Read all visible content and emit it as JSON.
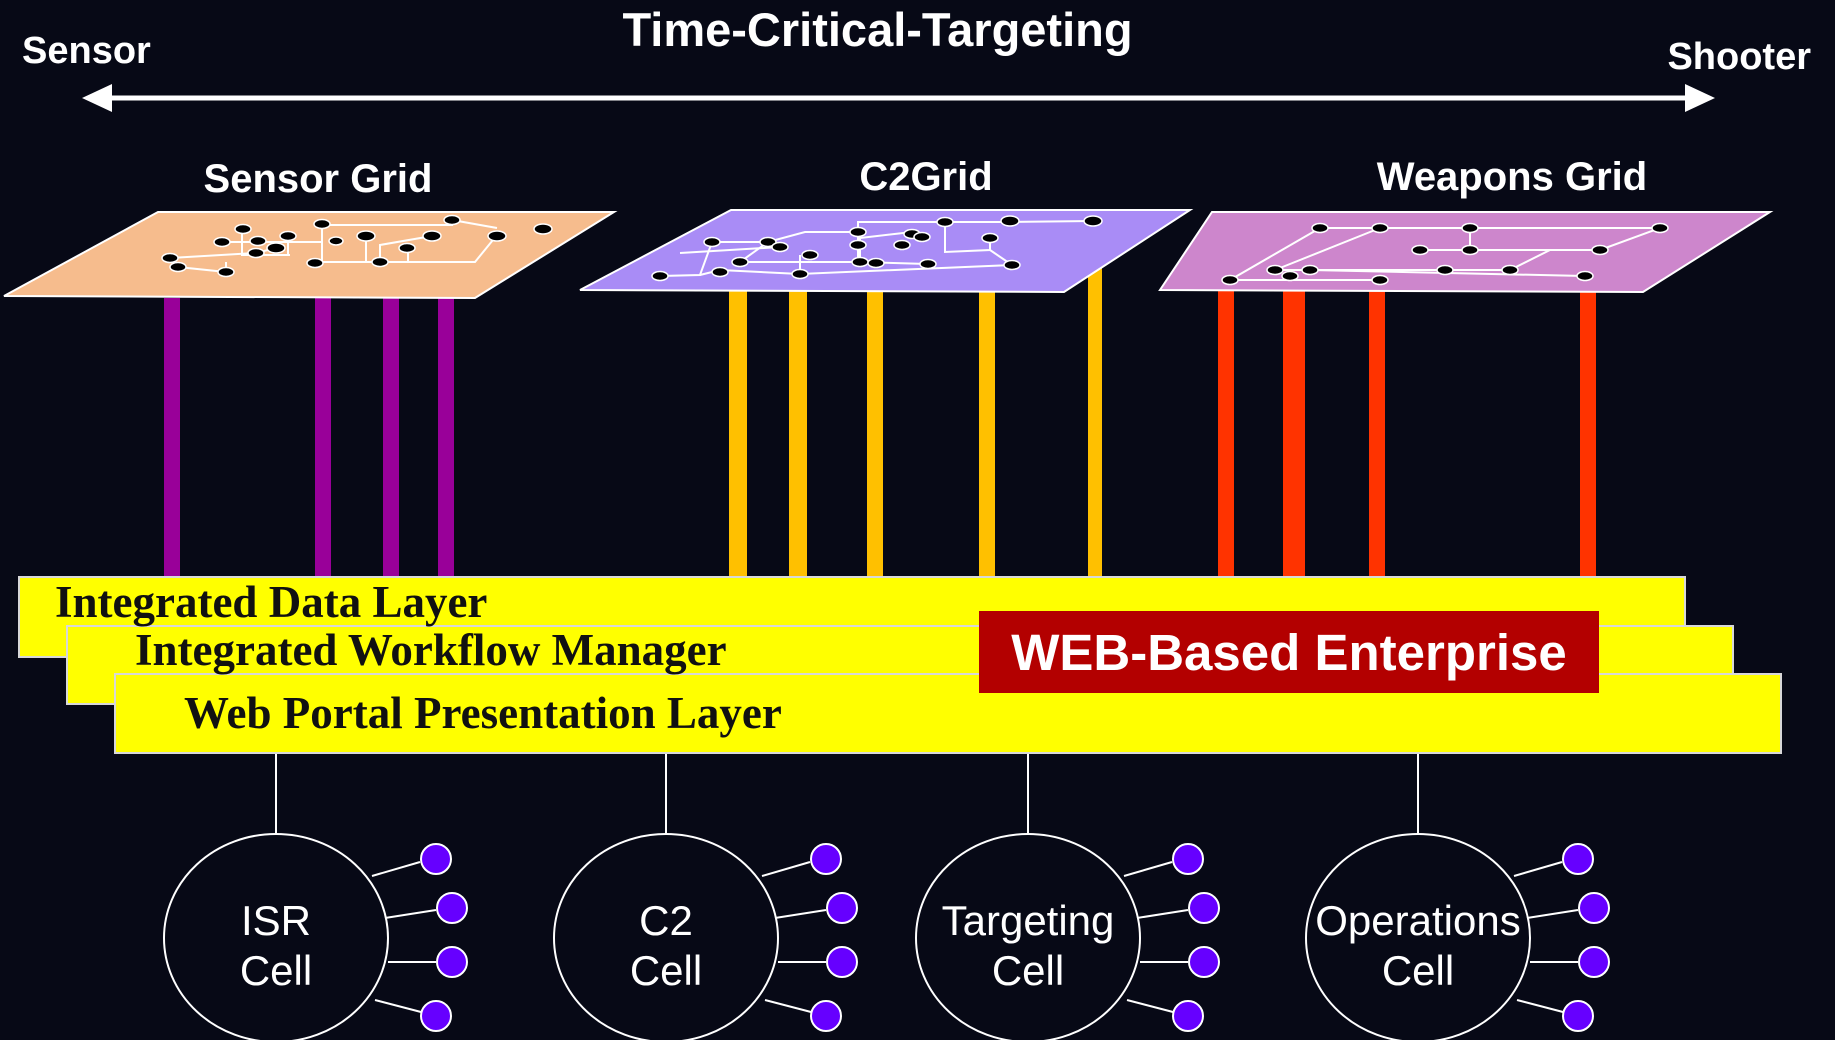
{
  "header": {
    "title": "Time-Critical-Targeting",
    "left_end": "Sensor",
    "right_end": "Shooter"
  },
  "grids": [
    {
      "title": "Sensor Grid",
      "color": "#f6bc8d",
      "connector_color": "#990099"
    },
    {
      "title": "C2Grid",
      "color": "#a98cf6",
      "connector_color": "#ffc000"
    },
    {
      "title": "Weapons Grid",
      "color": "#cd86cc",
      "connector_color": "#ff3300"
    }
  ],
  "layers": {
    "data_layer": "Integrated Data Layer",
    "workflow_manager": "Integrated Workflow Manager",
    "portal_layer": "Web Portal Presentation Layer",
    "enterprise_banner": "WEB-Based Enterprise",
    "bar_color": "#ffff00",
    "banner_color": "#b30000"
  },
  "cells": [
    {
      "line1": "ISR",
      "line2": "Cell"
    },
    {
      "line1": "C2",
      "line2": "Cell"
    },
    {
      "line1": "Targeting",
      "line2": "Cell"
    },
    {
      "line1": "Operations",
      "line2": "Cell"
    }
  ],
  "node_color": "#6600ff"
}
